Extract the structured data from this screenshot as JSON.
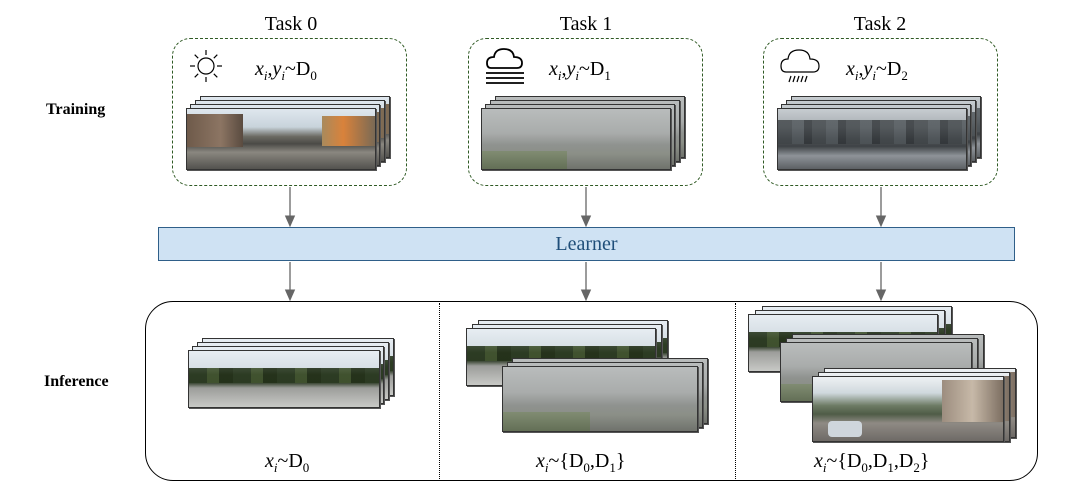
{
  "row_labels": {
    "training": "Training",
    "inference": "Inference"
  },
  "tasks": [
    {
      "title": "Task 0",
      "dist_sub": "0",
      "icon": "sun-icon"
    },
    {
      "title": "Task 1",
      "dist_sub": "1",
      "icon": "fog-cloud-icon"
    },
    {
      "title": "Task 2",
      "dist_sub": "2",
      "icon": "rain-cloud-icon"
    }
  ],
  "formula": {
    "x": "x",
    "i": "i",
    "y": "y",
    "sep": ",",
    "tilde": "~",
    "D": "D"
  },
  "learner": {
    "label": "Learner"
  },
  "inference": [
    {
      "sets": [
        "0"
      ]
    },
    {
      "sets": [
        "0",
        "1"
      ]
    },
    {
      "sets": [
        "0",
        "1",
        "2"
      ]
    }
  ],
  "colors": {
    "task_border": "#2f5a24",
    "learner_fill": "#cfe2f3",
    "learner_border": "#2f5f89",
    "learner_text": "#1f4e79",
    "arrow": "#666666"
  }
}
